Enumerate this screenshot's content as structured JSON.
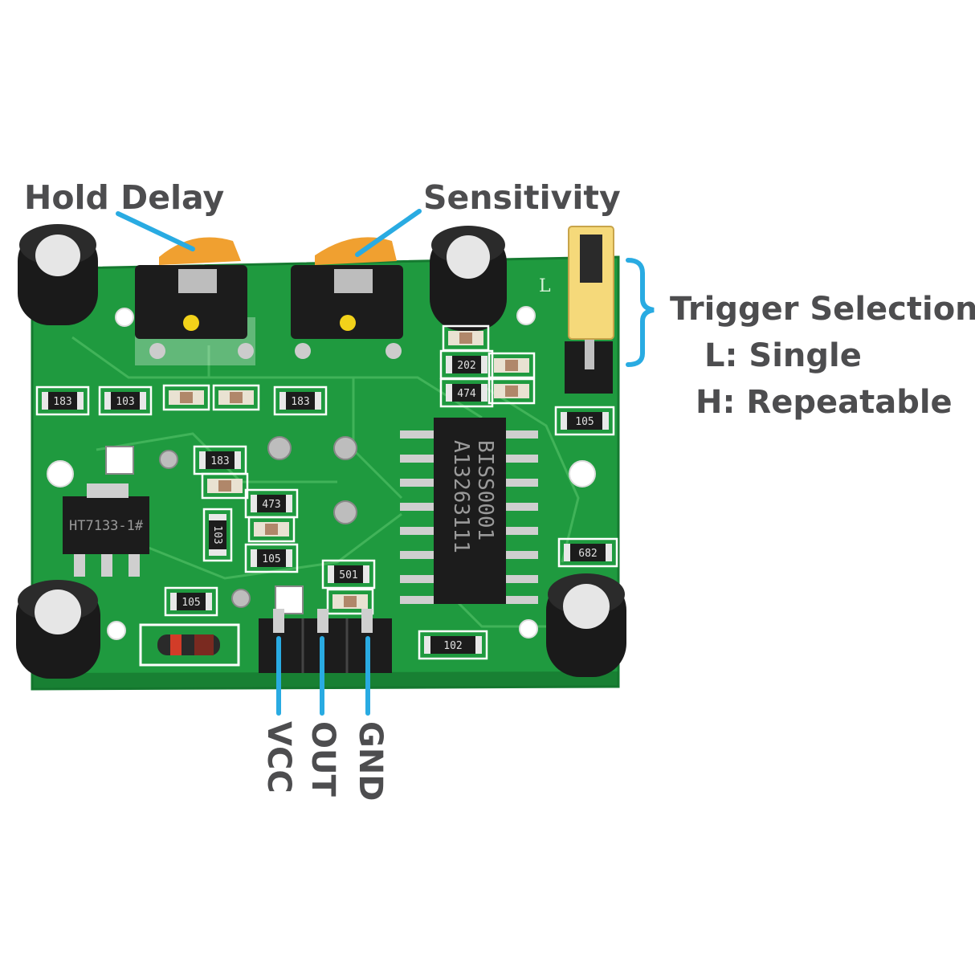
{
  "callouts": {
    "hold_delay": "Hold Delay",
    "sensitivity": "Sensitivity",
    "trigger_selection": "Trigger Selection",
    "trigger_single": "L: Single",
    "trigger_repeatable": "H: Repeatable"
  },
  "pins": {
    "vcc": "VCC",
    "out": "OUT",
    "gnd": "GND"
  },
  "board_markings": {
    "ic_line1": "BISS0001",
    "ic_line2": "A13263111",
    "regulator": "HT7133-1#",
    "jumper_mark": "L",
    "resistors": [
      "183",
      "103",
      "183",
      "202",
      "474",
      "105",
      "183",
      "473",
      "103",
      "105",
      "501",
      "105",
      "682",
      "102"
    ]
  },
  "colors": {
    "pcb_green": "#1f9a3f",
    "callout_blue": "#29abe2",
    "text_gray": "#4d4d4f",
    "potentiometer_orange": "#f0a030",
    "jumper_yellow": "#f5d97a"
  }
}
